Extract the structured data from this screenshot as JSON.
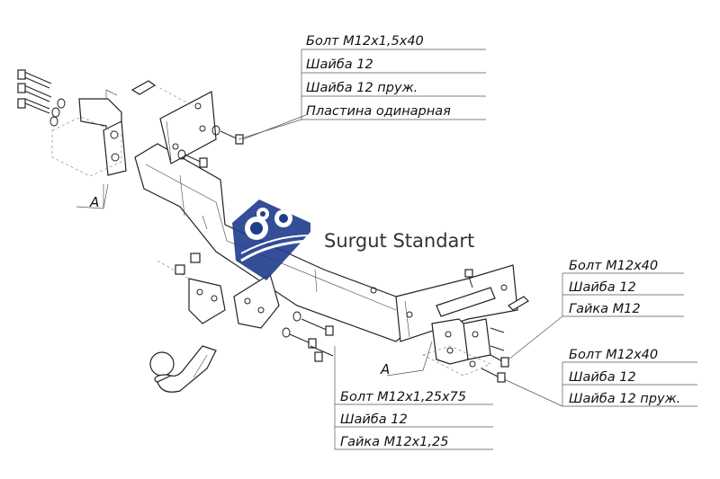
{
  "label_groups": {
    "top": [
      "Болт М12х1,5х40",
      "Шайба 12",
      "Шайба 12 пруж.",
      "Пластина одинарная"
    ],
    "right_upper": [
      "Болт М12х40",
      "Шайба 12",
      "Гайка М12"
    ],
    "right_lower": [
      "Болт М12х40",
      "Шайба 12",
      "Шайба 12 пруж."
    ],
    "bottom": [
      "Болт М12х1,25х75",
      "Шайба 12",
      "Гайка М12х1,25"
    ]
  },
  "view_marks": {
    "left": "A",
    "right": "A"
  },
  "watermark": {
    "text": "Surgut Standart",
    "logo_color": "#1e3c8c"
  }
}
